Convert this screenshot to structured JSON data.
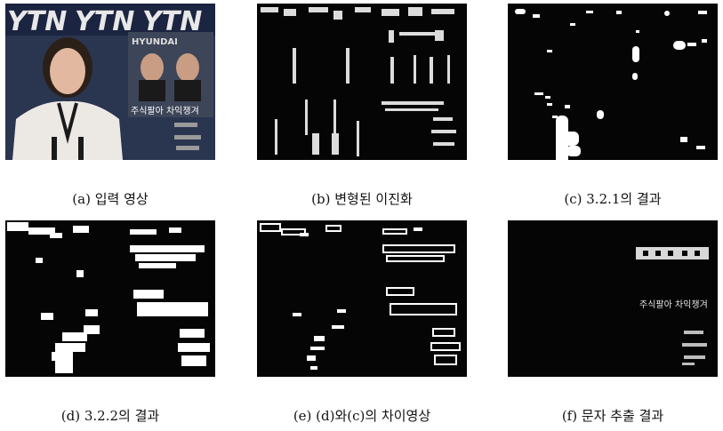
{
  "panels": [
    {
      "id": "a",
      "caption": "(a) 입력 영상"
    },
    {
      "id": "b",
      "caption": "(b) 변형된 이진화"
    },
    {
      "id": "c",
      "caption": "(c) 3.2.1의 결과"
    },
    {
      "id": "d",
      "caption": "(d) 3.2.2의 결과"
    },
    {
      "id": "e",
      "caption": "(e) (d)와(c)의 차이영상"
    },
    {
      "id": "f",
      "caption": "(f) 문자 추출 결과"
    }
  ],
  "image_text": {
    "channel_logo": "YTN",
    "banner": "HYUNDAI",
    "headline": "주식팔아 차익챙겨"
  }
}
